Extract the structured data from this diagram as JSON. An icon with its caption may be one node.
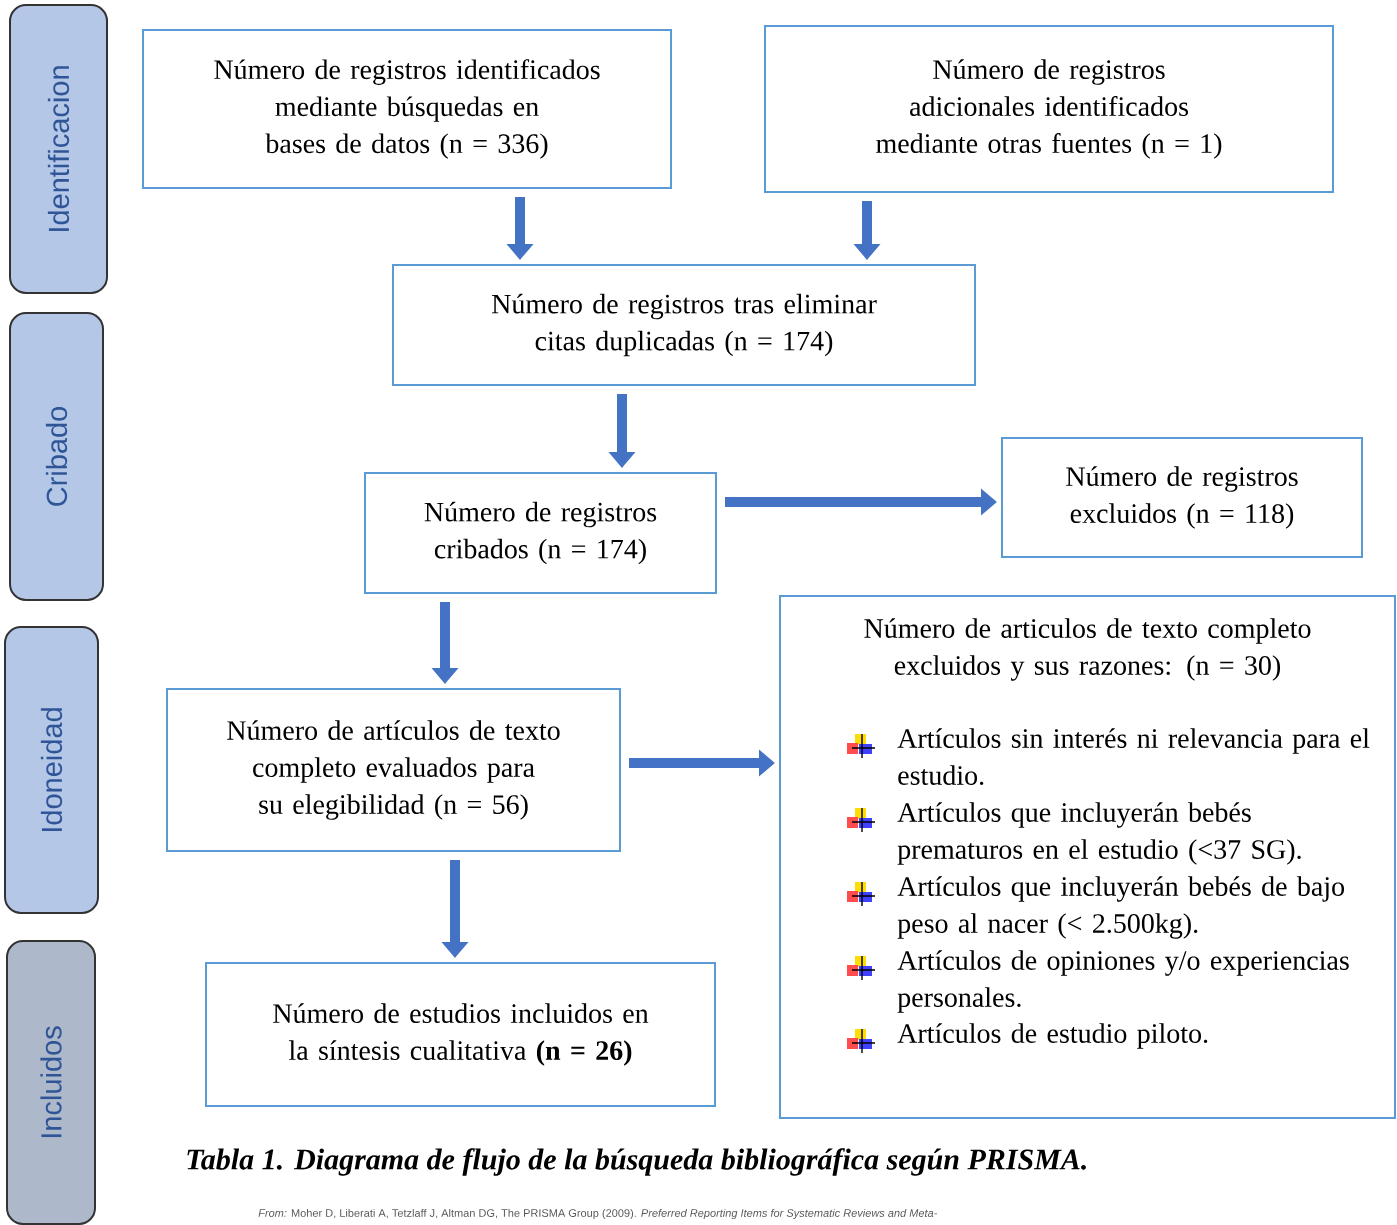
{
  "diagram": {
    "caption": "Tabla 1. Diagrama de flujo de la búsqueda bibliográfica según PRISMA.",
    "nodes": [
      {
        "text": [
          "Identificacion"
        ]
      },
      {
        "text": [
          "Cribado"
        ]
      },
      {
        "text": [
          "Idoneidad"
        ]
      },
      {
        "text": [
          "Incluidos"
        ]
      },
      {
        "text": [
          "Número de registros identificados mediante búsquedas en bases de datos (n = 336)"
        ]
      },
      {
        "text": [
          "Número de registros adicionales identificados mediante otras fuentes (n = 1)"
        ]
      },
      {
        "text": [
          "Número de registros tras eliminar citas duplicadas (n = 174)"
        ]
      },
      {
        "text": [
          "Número de registros cribados (n = 174)"
        ]
      },
      {
        "text": [
          "Número de registros excluidos (n = 118)"
        ]
      },
      {
        "text": [
          "Número de artículos de texto completo evaluados para su elegibilidad (n = 56)"
        ]
      },
      {
        "text": [
          "Número de articulos de texto completo excluidos y sus razones: (n = 30)",
          "Artículos sin interés ni relevancia para el estudio.",
          "Artículos que incluyerán bebés prematuros en el estudio (<37 SG).",
          "Artículos que incluyerán bebés de bajo peso al nacer (< 2.500kg).",
          "Artículos de opiniones y/o experiencias personales.",
          "Artículos de estudio piloto."
        ]
      },
      {
        "text": [
          "Número de estudios incluidos en la síntesis cualitativa **(n = 26)**"
        ]
      }
    ],
    "edges": [
      {
        "from": 4,
        "to": 6,
        "arrow": "to"
      },
      {
        "from": 5,
        "to": 6,
        "arrow": "to"
      },
      {
        "from": 6,
        "to": 7,
        "arrow": "to"
      },
      {
        "from": 7,
        "to": 8,
        "arrow": "to"
      },
      {
        "from": 7,
        "to": 9,
        "arrow": "to"
      },
      {
        "from": 9,
        "to": 10,
        "arrow": "to"
      },
      {
        "from": 9,
        "to": 11,
        "arrow": "to"
      }
    ],
    "labels": [
      "*From:* Moher D, Liberati A, Tetzlaff J, Altman DG, The PRISMA Group (2009). *Preferred Reporting Items for Systematic Reviews and Meta-*"
    ]
  }
}
